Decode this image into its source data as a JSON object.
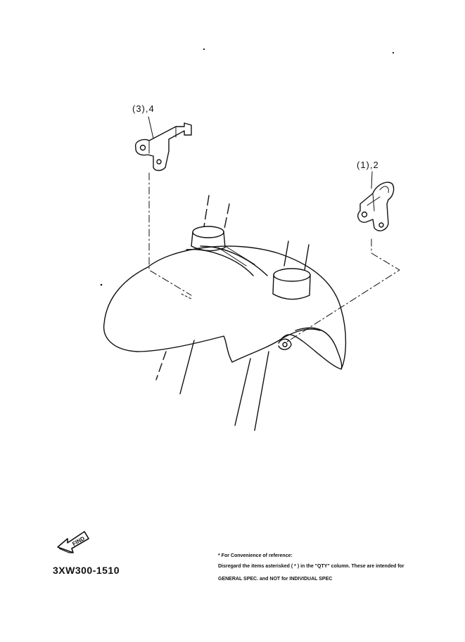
{
  "callouts": {
    "bracket_upper_left": "(3),4",
    "bracket_right": "(1),2"
  },
  "find_badge": {
    "label": "FIND",
    "icon": "find-arrow-icon"
  },
  "part_code": "3XW300-1510",
  "notes": {
    "line1": "* For Convenience of reference:",
    "line2": "Disregard the items asterisked ( * ) in the \"QTY\" column. These are intended for",
    "line3": "GENERAL SPEC. and NOT for INDIVIDUAL SPEC"
  },
  "colors": {
    "ink": "#111111",
    "paper": "#ffffff"
  }
}
